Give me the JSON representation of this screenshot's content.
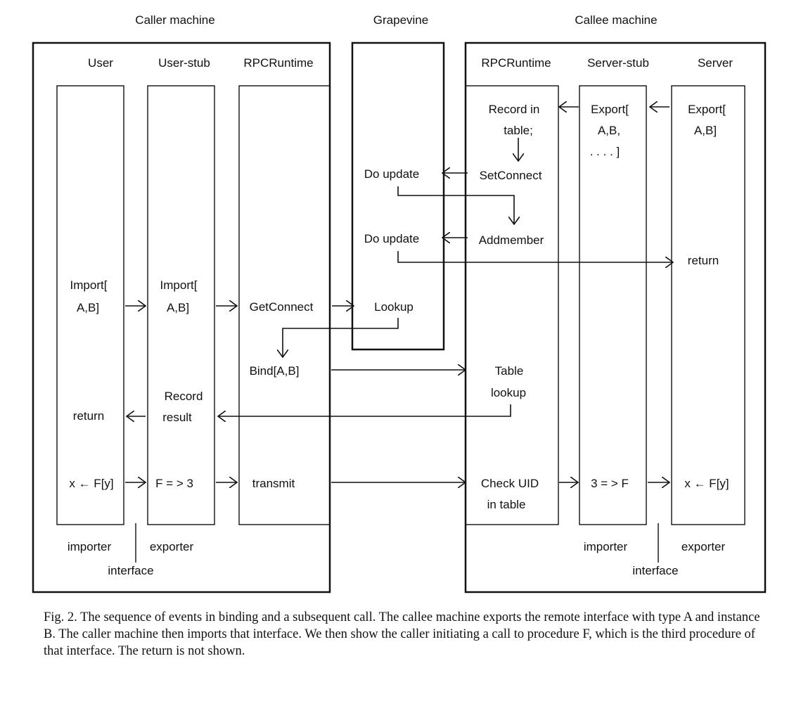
{
  "headings": {
    "caller_machine": "Caller machine",
    "grapevine": "Grapevine",
    "callee_machine": "Callee machine"
  },
  "columns": {
    "user": "User",
    "user_stub": "User-stub",
    "caller_rpc": "RPCRuntime",
    "callee_rpc": "RPCRuntime",
    "server_stub": "Server-stub",
    "server": "Server"
  },
  "events": {
    "server_export_1": "Export[",
    "server_export_2": "A,B]",
    "sstub_export_1": "Export[",
    "sstub_export_2": "A,B,",
    "sstub_export_3": ". . . . ]",
    "record_in_1": "Record in",
    "record_in_2": "table;",
    "setconnect": "SetConnect",
    "do_update_1": "Do update",
    "addmember": "Addmember",
    "do_update_2": "Do update",
    "server_return": "return",
    "user_import_1": "Import[",
    "user_import_2": "A,B]",
    "ustub_import_1": "Import[",
    "ustub_import_2": "A,B]",
    "getconnect": "GetConnect",
    "lookup": "Lookup",
    "bind": "Bind[A,B]",
    "table_lookup_1": "Table",
    "table_lookup_2": "lookup",
    "record_result_1": "Record",
    "record_result_2": "result",
    "user_return": "return",
    "user_call": "x ← F[y]",
    "ustub_call": "F  = > 3",
    "transmit": "transmit",
    "check_uid_1": "Check UID",
    "check_uid_2": "in table",
    "sstub_call": "3  = > F",
    "server_call": "x ← F[y]"
  },
  "footer": {
    "caller_importer": "importer",
    "caller_exporter": "exporter",
    "caller_interface": "interface",
    "callee_importer": "importer",
    "callee_exporter": "exporter",
    "callee_interface": "interface"
  },
  "caption": "Fig. 2.   The sequence of events in binding and a subsequent call. The callee machine exports the remote interface with type A and instance B. The caller machine then imports that interface. We then show the caller initiating a call to procedure F, which is the third procedure of that interface. The return is not shown."
}
